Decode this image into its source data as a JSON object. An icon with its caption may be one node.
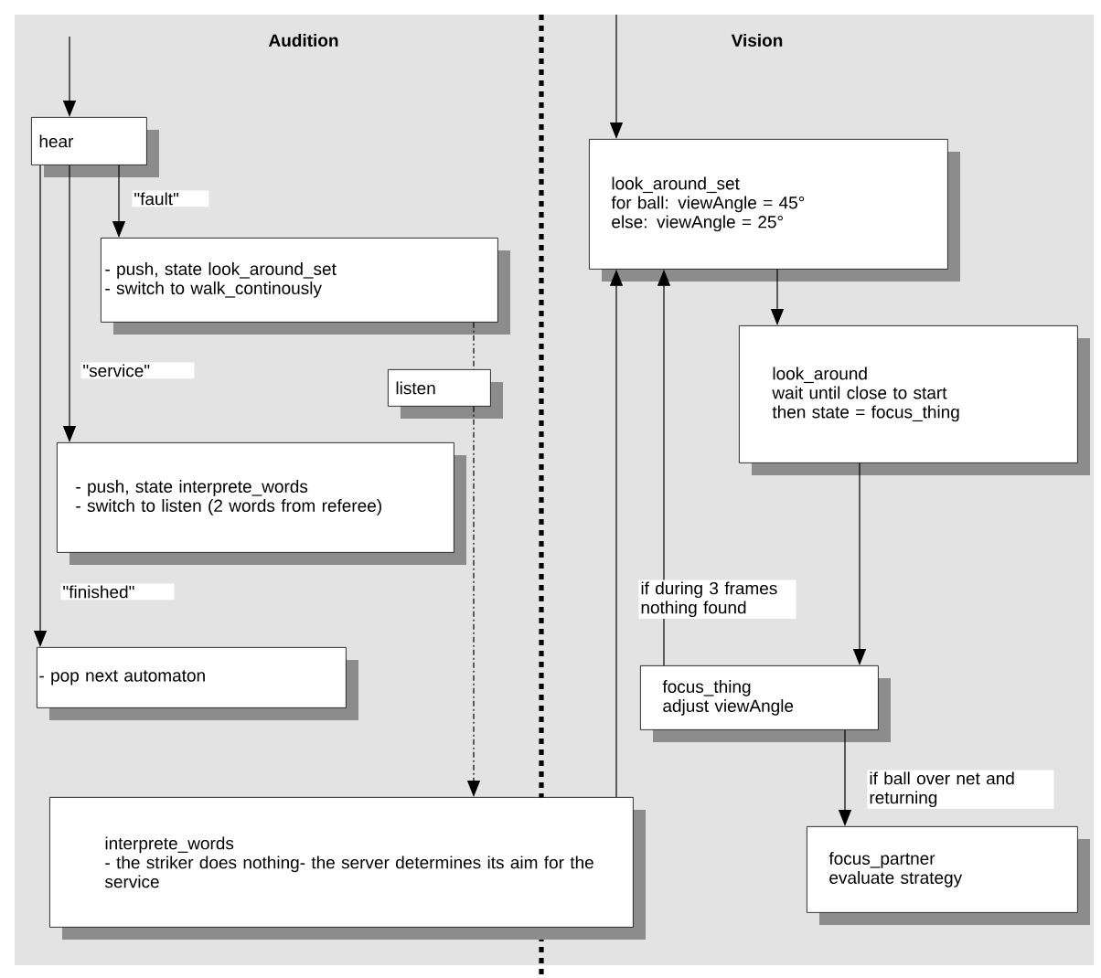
{
  "diagram": {
    "nodes": [
      {
        "text": [
          "hear"
        ]
      },
      {
        "text": [
          "- push, state look_around_set",
          "- switch to walk_continously"
        ]
      },
      {
        "text": [
          "listen"
        ]
      },
      {
        "text": [
          "- push, state interprete_words",
          "- switch to listen (2 words from referee)"
        ]
      },
      {
        "text": [
          "- pop next automaton"
        ]
      },
      {
        "text": [
          "interprete_words",
          "- the striker does nothing- the server determines its aim for the service"
        ]
      },
      {
        "text": [
          "look_around_set",
          "for ball: viewAngle = 45°",
          "else: viewAngle = 25°"
        ]
      },
      {
        "text": [
          "look_around",
          "wait until close to start",
          "then state = focus_thing"
        ]
      },
      {
        "text": [
          "focus_thing",
          "adjust viewAngle"
        ]
      },
      {
        "text": [
          "focus_partner",
          "evaluate strategy"
        ]
      }
    ],
    "edges": [
      {
        "from": null,
        "to": 0,
        "arrow": "to"
      },
      {
        "from": 0,
        "to": 1,
        "arrow": "to",
        "label": "\"fault\""
      },
      {
        "from": 0,
        "to": 3,
        "arrow": "to",
        "label": "\"service\""
      },
      {
        "from": 0,
        "to": 4,
        "arrow": "to",
        "label": "\"finished\""
      },
      {
        "from": 1,
        "to": 2,
        "arrow": "none",
        "style": "dashed"
      },
      {
        "from": 2,
        "to": 5,
        "arrow": "to",
        "style": "dashed"
      },
      {
        "from": null,
        "to": 6,
        "arrow": "to"
      },
      {
        "from": 6,
        "to": 7,
        "arrow": "to"
      },
      {
        "from": 7,
        "to": 8,
        "arrow": "to"
      },
      {
        "from": 8,
        "to": 6,
        "arrow": "to",
        "label": "if during 3 frames nothing found"
      },
      {
        "from": 5,
        "to": 6,
        "arrow": "to"
      },
      {
        "from": 8,
        "to": 9,
        "arrow": "to",
        "label": "if ball over net and returning"
      }
    ],
    "labels": [
      "Audition",
      "Vision"
    ]
  }
}
